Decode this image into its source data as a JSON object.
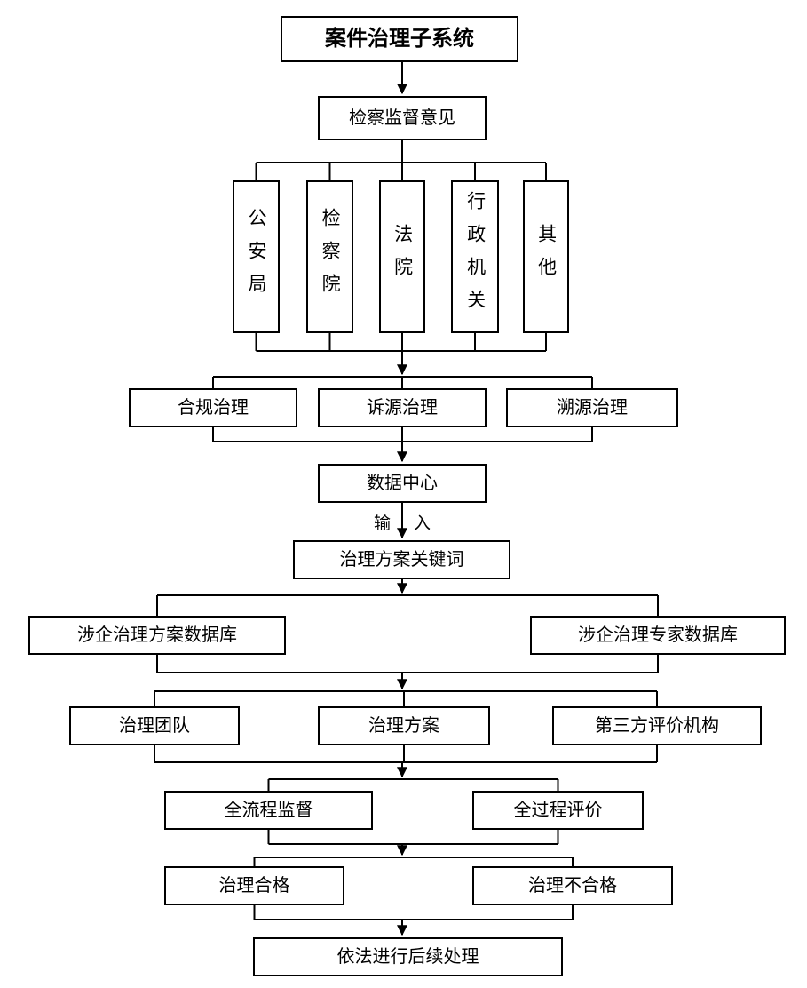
{
  "flowchart": {
    "title": "案件治理子系统",
    "nodes": {
      "supervision_opinion": {
        "label": "检察监督意见"
      },
      "public_security_bureau": {
        "label": "公安局"
      },
      "procuratorate": {
        "label": "检察院"
      },
      "court": {
        "label": "法院"
      },
      "administrative_organ": {
        "label": "行政机关"
      },
      "other": {
        "label": "其他"
      },
      "compliance_governance": {
        "label": "合规治理"
      },
      "litigation_source_governance": {
        "label": "诉源治理"
      },
      "tracing_governance": {
        "label": "溯源治理"
      },
      "data_center": {
        "label": "数据中心"
      },
      "governance_plan_keywords": {
        "label": "治理方案关键词"
      },
      "plan_database": {
        "label": "涉企治理方案数据库"
      },
      "expert_database": {
        "label": "涉企治理专家数据库"
      },
      "governance_team": {
        "label": "治理团队"
      },
      "governance_plan": {
        "label": "治理方案"
      },
      "third_party_evaluator": {
        "label": "第三方评价机构"
      },
      "whole_process_supervision": {
        "label": "全流程监督"
      },
      "whole_process_evaluation": {
        "label": "全过程评价"
      },
      "governance_qualified": {
        "label": "治理合格"
      },
      "governance_unqualified": {
        "label": "治理不合格"
      },
      "followup_processing": {
        "label": "依法进行后续处理"
      }
    },
    "edge_labels": {
      "input": "输入"
    },
    "colors": {
      "line": "#000000",
      "box_border": "#000000",
      "box_fill": "#ffffff",
      "background": "#ffffff"
    }
  }
}
